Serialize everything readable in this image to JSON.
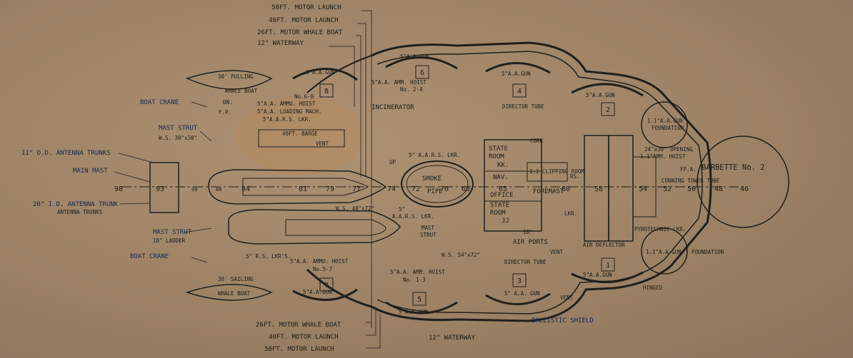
{
  "boats": {
    "motor_launch_50_top": "50FT. MOTOR LAUNCH",
    "motor_launch_40_top": "40FT. MOTOR LAUNCH",
    "motor_whale_26_top": "26FT. MOTOR WHALE BOAT",
    "waterway_top": "12\" WATERWAY",
    "motor_whale_26_bottom": "26FT. MOTOR WHALE BOAT",
    "motor_launch_40_bottom": "40FT. MOTOR LAUNCH",
    "motor_launch_50_bottom": "50FT. MOTOR LAUNCH",
    "waterway_bottom": "12\" WATERWAY",
    "pulling_30": "30' PULLING",
    "whale_boat_top": "WHALE BOAT",
    "sailing_30": "30' SAILING",
    "whale_boat_bottom": "WHALE BOAT",
    "barge_40": "40FT. BARGE"
  },
  "left_labels": {
    "boat_crane_top": "BOAT CRANE",
    "mast_strut_top": "MAST STRUT",
    "ws_30": "W.S. 30\"x30\"",
    "od_antenna": "11\" O.D. ANTENNA TRUNKS",
    "main_mast": "MAIN MAST",
    "id_antenna": "20\" I.D. ANTENNA TRUNK",
    "antenna_trunks": "ANTENNA TRUNKS",
    "mast_strut_bottom": "MAST STRUT",
    "ladder_18": "18\" LADDER",
    "boat_crane_bottom": "BOAT CRANE"
  },
  "center_labels": {
    "ammu_hoist_68": "5\"A.A. AMMU. HOIST",
    "loading_mach": "5\"A.A. LOADING MACH.",
    "rs_lkr": "5\"A.A.R.S. LKR.",
    "no_6_8": "No.6-8",
    "dn": "DN.",
    "fp": "F.P.",
    "vent": "VENT",
    "incinerator": "INCINERATOR",
    "amm_hoist_24": "5\"A.A. AMM. HOIST",
    "no_2_4": "No. 2-4",
    "aars_lkr_top": "5\" A.A.R.S. LKR.",
    "aars_lkr_mid": "A.A.R.S. LKR.",
    "ws_48": "W.S. 48\"x72\"",
    "mast_strut_mid": "MAST",
    "strut_mid": "STRUT",
    "rs_lkrs": "5\" R.S. LKR'S.",
    "ammu_hoist_57": "5\"A.A. AMMU. HOIST",
    "no_5_7": "No.5-7",
    "ws_54": "W.S. 54\"x72\"",
    "amm_hoist_13": "5\"A.A. AMM. HOIST",
    "no_1_3": "No. 1-3",
    "smoke": "SMOKE",
    "pipe": "PIPE",
    "up": "UP",
    "five_in": "5\""
  },
  "forward_labels": {
    "director_tube_top": "DIRECTOR TUBE",
    "director_tube_bottom": "DIRECTOR TUBE",
    "state_room_kk": "STATE",
    "room_kk": "ROOM",
    "kk": "KK.",
    "nav": "NAV.",
    "office": "OFFICE",
    "state_room_jj": "STATE",
    "room_jj": "ROOM",
    "jj": "JJ",
    "foremast": "FOREMAST",
    "clipping_room": "1.1 CLIPPING ROOM",
    "cork": "CORK",
    "lkr": "LKR.",
    "rs": "RS.",
    "air_ports": "AIR PORTS",
    "vent_bottom": "VENT",
    "air_deflector": "AIR DEFLECTOR",
    "aa_gun_foundation_top": "1.1\"A.A.GUN",
    "foundation_top": "FOUNDATION",
    "aa_gun_foundation_bottom": "1.1\"A.A.GUN",
    "foundation_bottom": "FOUNDATION",
    "opening": "24\"x30\" OPENING",
    "amm_hoist_11": "1.1\"AMM. HOIST",
    "fpa": "FP.A.",
    "barbette": "BARBETTE No. 2",
    "conning_tower": "CONNING TOWER TUBE",
    "pyrotechnic": "PYROTECHNIC LKR.",
    "ballistic_shield": "BALLISTIC SHIELD",
    "hinged": "HINGED",
    "vent_right": "VENT",
    "eighteen": "18\""
  },
  "guns": {
    "gun_label": "5\"A.A.GUN",
    "gun_label_alt": "5\" A.A. GUN",
    "numbers": [
      "8",
      "6",
      "4",
      "2",
      "7",
      "5",
      "3",
      "1"
    ]
  },
  "frames": [
    "98",
    "93",
    "90",
    "88",
    "84",
    "81",
    "79",
    "77",
    "74",
    "72",
    "70",
    "68",
    "65",
    "60",
    "58",
    "54",
    "52",
    "50",
    "48",
    "46"
  ],
  "colors": {
    "paper": "#9d8266",
    "ink": "#20201c",
    "pencil_blue": "#15284e",
    "orange_tint": "#c8803a"
  }
}
